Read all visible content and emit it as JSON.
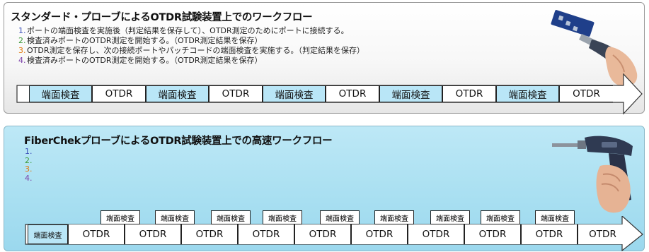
{
  "panel1": {
    "title": "スタンダード・プローブによるOTDR試験装置上でのワークフロー",
    "steps": [
      {
        "num": "1.",
        "text": "ポートの端面検査を実施後（判定結果を保存して）、OTDR測定のためにポートに接続する。",
        "color": "#3a4fb8"
      },
      {
        "num": "2.",
        "text": "検査済みポートのOTDR測定を開始する。（OTDR測定結果を保存）",
        "color": "#3f9a3a"
      },
      {
        "num": "3.",
        "text": "OTDR測定を保存し、次の接続ポートやパッチコードの端面検査を実施する。（判定結果を保存）",
        "color": "#e07a10"
      },
      {
        "num": "4.",
        "text": "検査済みポートのOTDR測定を開始する。（OTDR測定結果を保存）",
        "color": "#7a3ea8"
      }
    ],
    "flow": [
      "端面検査",
      "OTDR",
      "端面検査",
      "OTDR",
      "端面検査",
      "OTDR",
      "端面検査",
      "OTDR",
      "端面検査",
      "OTDR"
    ]
  },
  "panel2": {
    "title": "FiberChekプローブによるOTDR試験装置上での高速ワークフロー",
    "steps": [
      {
        "num": "1.",
        "text": "",
        "color": "#3a4fb8"
      },
      {
        "num": "2.",
        "text": "",
        "color": "#3f9a3a"
      },
      {
        "num": "3.",
        "text": "",
        "color": "#e07a10"
      },
      {
        "num": "4.",
        "text": "",
        "color": "#7a3ea8"
      }
    ],
    "tags": [
      "端面検査",
      "端面検査",
      "端面検査",
      "端面検査",
      "端面検査",
      "端面検査",
      "端面検査",
      "端面検査",
      "端面検査"
    ],
    "flow": [
      "端面検査",
      "OTDR",
      "OTDR",
      "OTDR",
      "OTDR",
      "OTDR",
      "OTDR",
      "OTDR",
      "OTDR",
      "OTDR",
      "OTDR"
    ]
  },
  "colors": {
    "inspection_fill": "#b9e6f7",
    "otdr_fill": "#ffffff",
    "panel2_bg": "#a8dff1"
  },
  "images": [
    "fiber-probe-photo",
    "fiberchek-probe-photo"
  ]
}
